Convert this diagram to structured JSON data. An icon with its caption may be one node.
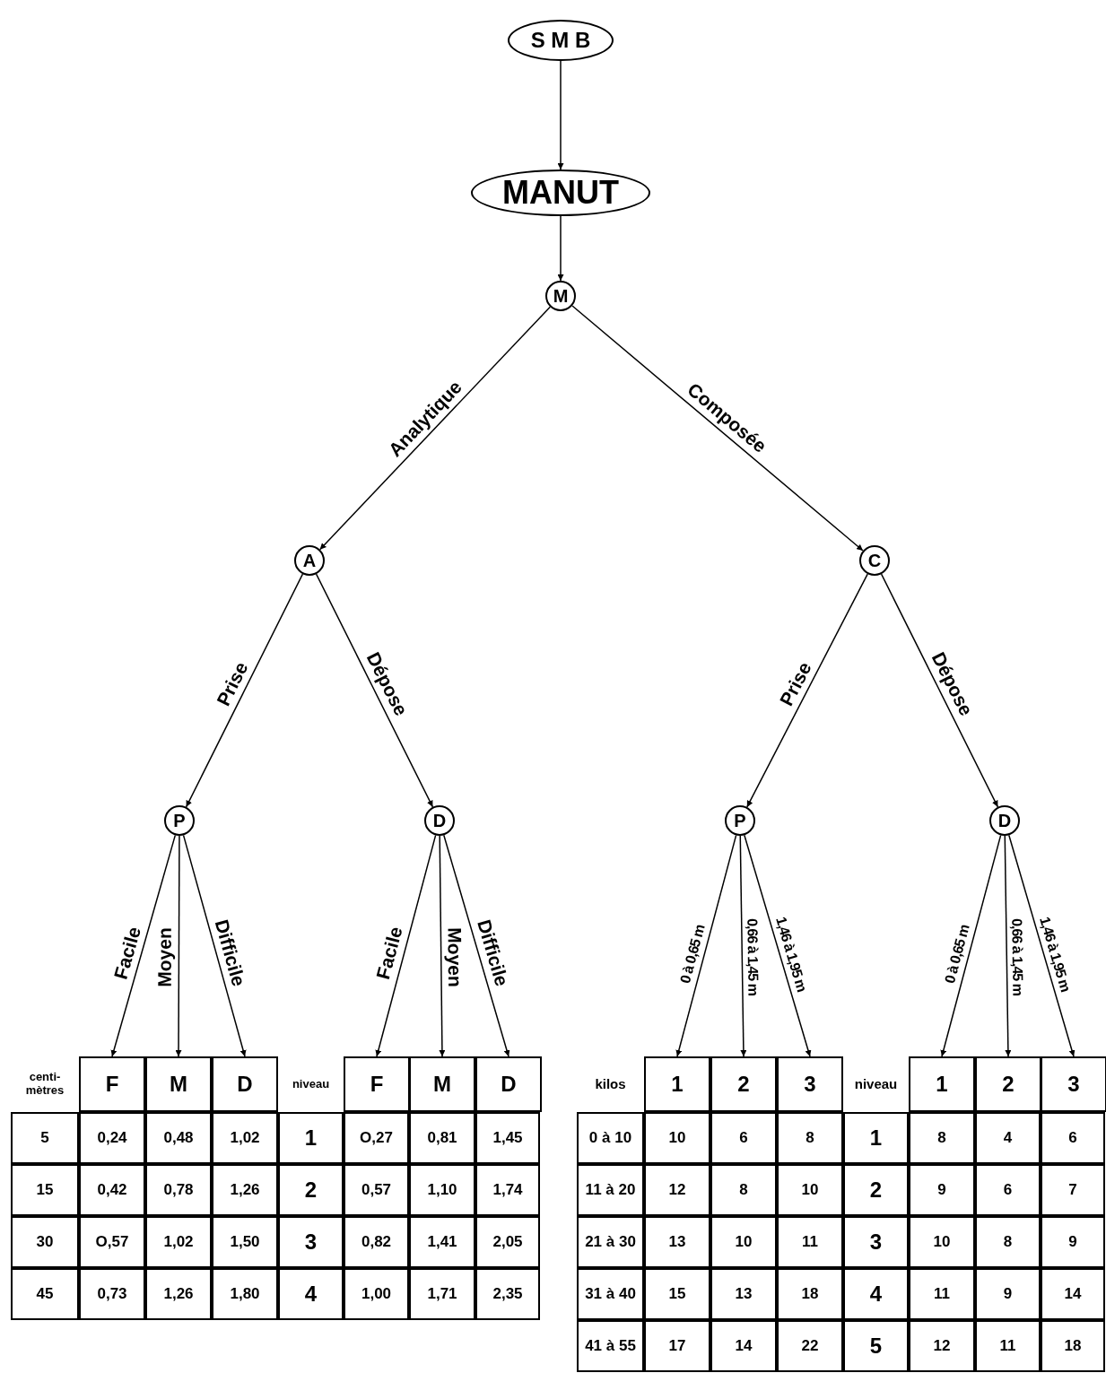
{
  "diagram": {
    "nodes": [
      {
        "text": [
          "S M B"
        ]
      },
      {
        "text": [
          "MANUT"
        ]
      },
      {
        "text": [
          "M"
        ]
      },
      {
        "text": [
          "A"
        ]
      },
      {
        "text": [
          "C"
        ]
      },
      {
        "text": [
          "P"
        ]
      },
      {
        "text": [
          "D"
        ]
      },
      {
        "text": [
          "P"
        ]
      },
      {
        "text": [
          "D"
        ]
      },
      {
        "text": [
          "F"
        ]
      },
      {
        "text": [
          "M"
        ]
      },
      {
        "text": [
          "D"
        ]
      },
      {
        "text": [
          "F"
        ]
      },
      {
        "text": [
          "M"
        ]
      },
      {
        "text": [
          "D"
        ]
      },
      {
        "text": [
          "1"
        ]
      },
      {
        "text": [
          "2"
        ]
      },
      {
        "text": [
          "3"
        ]
      },
      {
        "text": [
          "1"
        ]
      },
      {
        "text": [
          "2"
        ]
      },
      {
        "text": [
          "3"
        ]
      }
    ],
    "edges": [
      {
        "from": 0,
        "to": 1,
        "arrow": "to"
      },
      {
        "from": 1,
        "to": 2,
        "arrow": "to"
      },
      {
        "from": 2,
        "to": 3,
        "arrow": "to",
        "label": "Analytique"
      },
      {
        "from": 2,
        "to": 4,
        "arrow": "to",
        "label": "Composée"
      },
      {
        "from": 3,
        "to": 5,
        "arrow": "to",
        "label": "Prise"
      },
      {
        "from": 3,
        "to": 6,
        "arrow": "to",
        "label": "Dépose"
      },
      {
        "from": 4,
        "to": 7,
        "arrow": "to",
        "label": "Prise"
      },
      {
        "from": 4,
        "to": 8,
        "arrow": "to",
        "label": "Dépose"
      },
      {
        "from": 5,
        "to": 9,
        "arrow": "to",
        "label": "Facile"
      },
      {
        "from": 5,
        "to": 10,
        "arrow": "to",
        "label": "Moyen"
      },
      {
        "from": 5,
        "to": 11,
        "arrow": "to",
        "label": "Difficile"
      },
      {
        "from": 6,
        "to": 12,
        "arrow": "to",
        "label": "Facile"
      },
      {
        "from": 6,
        "to": 13,
        "arrow": "to",
        "label": "Moyen"
      },
      {
        "from": 6,
        "to": 14,
        "arrow": "to",
        "label": "Difficile"
      },
      {
        "from": 7,
        "to": 15,
        "arrow": "to",
        "label": "0 à 0,65 m"
      },
      {
        "from": 7,
        "to": 16,
        "arrow": "to",
        "label": "0,66 à 1,45 m"
      },
      {
        "from": 7,
        "to": 17,
        "arrow": "to",
        "label": "1,46 à 1,95 m"
      },
      {
        "from": 8,
        "to": 18,
        "arrow": "to",
        "label": "0 à 0,65 m"
      },
      {
        "from": 8,
        "to": 19,
        "arrow": "to",
        "label": "0,66 à 1,45 m"
      },
      {
        "from": 8,
        "to": 20,
        "arrow": "to",
        "label": "1,46 à 1,95 m"
      }
    ],
    "labels": [
      "centi- mètres",
      "niveau",
      "5",
      "0,24",
      "0,48",
      "1,02",
      "1",
      "O,27",
      "0,81",
      "1,45",
      "15",
      "0,42",
      "0,78",
      "1,26",
      "2",
      "0,57",
      "1,10",
      "1,74",
      "30",
      "O,57",
      "1,02",
      "1,50",
      "3",
      "0,82",
      "1,41",
      "2,05",
      "45",
      "0,73",
      "1,26",
      "1,80",
      "4",
      "1,00",
      "1,71",
      "2,35",
      "kilos",
      "niveau",
      "0 à 10",
      "10",
      "6",
      "8",
      "1",
      "8",
      "4",
      "6",
      "11 à 20",
      "12",
      "8",
      "10",
      "2",
      "9",
      "6",
      "7",
      "21 à 30",
      "13",
      "10",
      "11",
      "3",
      "10",
      "8",
      "9",
      "31 à 40",
      "15",
      "13",
      "18",
      "4",
      "11",
      "9",
      "14",
      "41 à 55",
      "17",
      "14",
      "22",
      "5",
      "12",
      "11",
      "18"
    ]
  }
}
